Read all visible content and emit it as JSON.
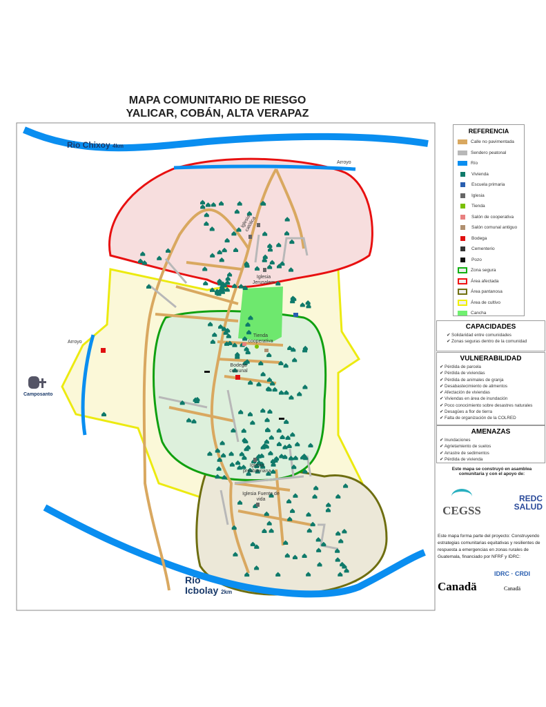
{
  "title": {
    "line1": "MAPA COMUNITARIO DE RIESGO",
    "line2": "YALICAR, COBÁN, ALTA VERAPAZ"
  },
  "map_labels": {
    "rio_chixoy": "Rio Chixoy",
    "rio_chixoy_dist": "4km",
    "rio_icbolay": "Río",
    "rio_icbolay2": "Icbolay",
    "rio_icbolay_dist": "2km",
    "arroyo_top": "Arroyo",
    "arroyo_left": "Arroyo",
    "camposanto": "Camposanto",
    "iglesia_catolica": "Iglesia católica",
    "iglesia_jerusalem": "Iglesia Jerusalem",
    "tienda": "Tienda cooperativa",
    "bodega": "Bodega comunal",
    "iglesia_presbiteriana": "Iglesia presbiteriana",
    "iglesia_fuente": "Iglesia Fuente de vida"
  },
  "legend": {
    "title": "REFERENCIA",
    "items": [
      {
        "label": "Calle no pavimentada",
        "icon": "road-swatch",
        "color": "#d9a860"
      },
      {
        "label": "Sendero peatonal",
        "icon": "path-swatch",
        "color": "#b8b8b8"
      },
      {
        "label": "Río",
        "icon": "river-swatch",
        "color": "#0a8ef0"
      },
      {
        "label": "Vivienda",
        "icon": "house-icon",
        "color": "#0f7a6a"
      },
      {
        "label": "Escuela primaria",
        "icon": "school-icon",
        "color": "#2a5fb0"
      },
      {
        "label": "Iglesia",
        "icon": "church-icon",
        "color": "#666666"
      },
      {
        "label": "Tienda",
        "icon": "store-icon",
        "color": "#7ac000"
      },
      {
        "label": "Salón de cooperativa",
        "icon": "coop-hall-icon",
        "color": "#e88080"
      },
      {
        "label": "Salón comunal antiguo",
        "icon": "old-hall-icon",
        "color": "#b09070"
      },
      {
        "label": "Bodega",
        "icon": "warehouse-icon",
        "color": "#e01010"
      },
      {
        "label": "Cementerio",
        "icon": "cemetery-icon",
        "color": "#333333"
      },
      {
        "label": "Pozo",
        "icon": "well-icon",
        "color": "#111111"
      },
      {
        "label": "Zona segura",
        "icon": "safe-zone-swatch",
        "color": "#10b010"
      },
      {
        "label": "Área afectada",
        "icon": "affected-area-swatch",
        "color": "#f01010"
      },
      {
        "label": "Área pantanosa",
        "icon": "swamp-area-swatch",
        "color": "#707010"
      },
      {
        "label": "Área de cultivo",
        "icon": "crop-area-swatch",
        "color": "#f0f000"
      },
      {
        "label": "Cancha",
        "icon": "field-swatch",
        "color": "#70f070"
      }
    ]
  },
  "capacidades": {
    "title": "CAPACIDADES",
    "items": [
      "Solidaridad entre comunidades",
      "Zonas seguras dentro de la comunidad"
    ]
  },
  "vulnerabilidad": {
    "title": "VULNERABILIDAD",
    "items": [
      "Pérdida de parcela",
      "Pérdida de viviendas",
      "Pérdida de animales de granja",
      "Desabastecimiento de alimentos",
      "Afectación de viviendas",
      "Viviendas en área de inundación",
      "Poco conocimiento sobre desastres naturales",
      "Desagües a flor de tierra",
      "Falta de organización de la COLRED"
    ]
  },
  "amenazas": {
    "title": "AMENAZAS",
    "items": [
      "Inundaciones",
      "Agrietamiento de suelos",
      "Arrastre de sedimentos",
      "Pérdida de vivienda"
    ]
  },
  "support_note": "Este mapa se construyó en asamblea comunitaria y con el apoyo de:",
  "logos": {
    "cegss": "CEGSS",
    "redc": "REDC",
    "salud": "SALUD",
    "canada": "Canadä",
    "idrc": "IDRC · CRDI",
    "canada_small": "Canadä"
  },
  "project_note": "Este mapa forma parte del proyecto: Construyendo estrategias comunitarias equitativas y resilientes de respuesta a emergencias en zonas rurales de Guatemala, financiado por NFRF y IDRC:"
}
